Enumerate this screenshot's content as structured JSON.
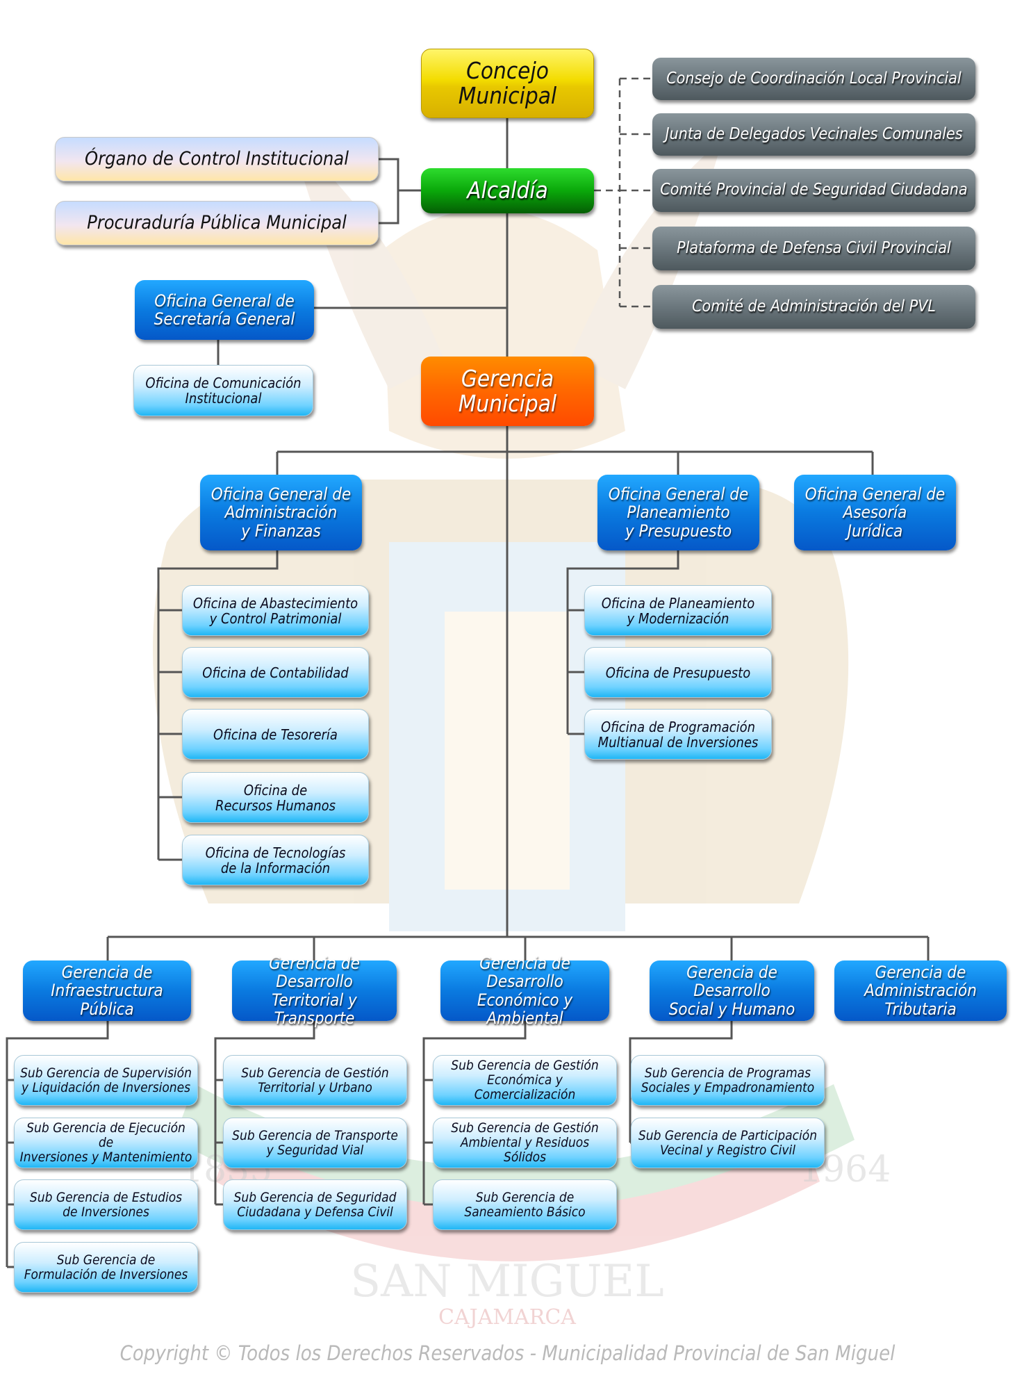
{
  "title": "Organigrama Municipalidad Provincial de San Miguel",
  "colors": {
    "concejo": "#f3dc00",
    "alcaldia": "#0aa80a",
    "gerencia_municipal": "#ff6a00",
    "coordination_bodies": "#6b777d",
    "control_bodies": "#e8e0f0",
    "general_offices": "#0a7ae0",
    "sub_offices": "#6fd2ff",
    "connector": "#555555",
    "copyright": "#b9b9b9"
  },
  "top": {
    "concejo": "Concejo\nMunicipal",
    "alcaldia": "Alcaldía",
    "gerencia_municipal": "Gerencia\nMunicipal"
  },
  "coordination": [
    "Consejo de Coordinación Local Provincial",
    "Junta de Delegados Vecinales Comunales",
    "Comité Provincial de Seguridad Ciudadana",
    "Plataforma de Defensa Civil Provincial",
    "Comité de Administración del PVL"
  ],
  "control": [
    "Órgano de Control Institucional",
    "Procuraduría Pública Municipal"
  ],
  "secretaria": {
    "office": "Oficina General de\nSecretaría General",
    "child": "Oficina de Comunicación\nInstitucional"
  },
  "general_offices": [
    {
      "name": "Oficina General de\nAdministración\ny Finanzas",
      "children": [
        "Oficina de Abastecimiento\ny Control Patrimonial",
        "Oficina de Contabilidad",
        "Oficina de Tesorería",
        "Oficina de\nRecursos Humanos",
        "Oficina de Tecnologías\nde la Información"
      ]
    },
    {
      "name": "Oficina General de\nPlaneamiento\ny Presupuesto",
      "children": [
        "Oficina de Planeamiento\ny Modernización",
        "Oficina de Presupuesto",
        "Oficina de Programación\nMultianual de Inversiones"
      ]
    },
    {
      "name": "Oficina General de\nAsesoría\nJurídica",
      "children": []
    }
  ],
  "gerencias": [
    {
      "name": "Gerencia de\nInfraestructura Pública",
      "children": [
        "Sub Gerencia de Supervisión\ny Liquidación de Inversiones",
        "Sub Gerencia de Ejecución de\nInversiones y Mantenimiento",
        "Sub Gerencia de Estudios\nde Inversiones",
        "Sub Gerencia de\nFormulación de Inversiones"
      ]
    },
    {
      "name": "Gerencia de Desarrollo\nTerritorial y Transporte",
      "children": [
        "Sub Gerencia de Gestión\nTerritorial y Urbano",
        "Sub Gerencia de Transporte\ny Seguridad Vial",
        "Sub Gerencia de Seguridad\nCiudadana y Defensa Civil"
      ]
    },
    {
      "name": "Gerencia de Desarrollo\nEconómico y Ambiental",
      "children": [
        "Sub Gerencia de Gestión\nEconómica y Comercialización",
        "Sub Gerencia de Gestión\nAmbiental y Residuos Sólidos",
        "Sub Gerencia de\nSaneamiento Básico"
      ]
    },
    {
      "name": "Gerencia de Desarrollo\nSocial y Humano",
      "children": [
        "Sub Gerencia de Programas\nSociales y Empadronamiento",
        "Sub Gerencia de Participación\nVecinal y Registro Civil"
      ]
    },
    {
      "name": "Gerencia de\nAdministración Tributaria",
      "children": []
    }
  ],
  "watermark": {
    "banner": "SAN MIGUEL",
    "sub": "CAJAMARCA",
    "year_left": "1835",
    "year_right": "1964"
  },
  "footer": {
    "copyright": "Copyright © Todos los Derechos Reservados - Municipalidad Provincial de San Miguel"
  }
}
